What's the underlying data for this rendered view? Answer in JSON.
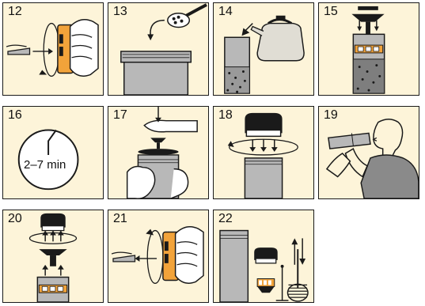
{
  "steps": [
    {
      "number": "12"
    },
    {
      "number": "13"
    },
    {
      "number": "14"
    },
    {
      "number": "15"
    },
    {
      "number": "16",
      "timer": "2–7 min"
    },
    {
      "number": "17"
    },
    {
      "number": "18"
    },
    {
      "number": "19"
    },
    {
      "number": "20"
    },
    {
      "number": "21"
    },
    {
      "number": "22"
    }
  ],
  "colors": {
    "panel": "#fdf4d9",
    "outline": "#1a1a1a",
    "accent": "#f2a33a",
    "gray": "#b8b8b8",
    "hand": "#ffffff",
    "shirt": "#8a8a8a",
    "skin": "#f7e7c6"
  }
}
